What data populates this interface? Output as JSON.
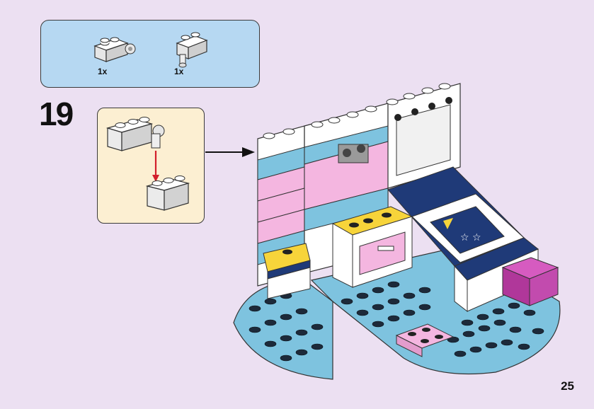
{
  "parts_list": {
    "items": [
      {
        "name": "brick-1x2-with-clip",
        "count": "1x"
      },
      {
        "name": "brick-1x2-with-bar-handle",
        "count": "1x"
      }
    ]
  },
  "step": {
    "number": "19"
  },
  "page": {
    "number": "25"
  },
  "colors": {
    "page_bg": "#ece0f2",
    "parts_box": "#b6d8f2",
    "sub_box": "#fcefd2",
    "arrow_red": "#d21f2b",
    "plate_blue": "#7ec3df",
    "dark_blue": "#1f3a78",
    "pink": "#f4b6e0",
    "yellow": "#f7d43a",
    "magenta": "#b0379a"
  },
  "icons": [
    "white-brick-icon",
    "gray-stud-icon",
    "red-arrow-icon",
    "black-callout-arrow-icon"
  ]
}
